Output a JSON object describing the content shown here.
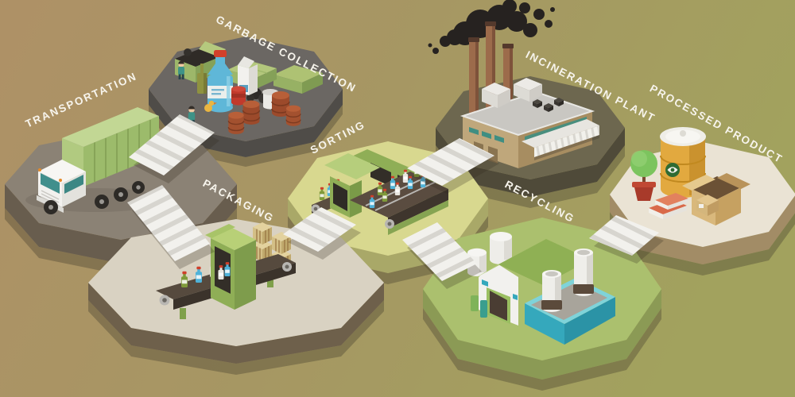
{
  "scene": {
    "title": "Garbage recycling isometric process diagram",
    "stages": [
      {
        "id": "transportation",
        "label": "TRANSPORTATION"
      },
      {
        "id": "garbage-collection",
        "label": "GARBAGE COLLECTION"
      },
      {
        "id": "packaging",
        "label": "PACKAGING"
      },
      {
        "id": "sorting",
        "label": "SORTING"
      },
      {
        "id": "incineration-plant",
        "label": "INCINERATION PLANT"
      },
      {
        "id": "recycling",
        "label": "RECYCLING"
      },
      {
        "id": "processed-product",
        "label": "PROCESSED PRODUCT"
      }
    ],
    "colors": {
      "background_left": "#ae9166",
      "background_mid": "#a69763",
      "background_right": "#a2a25e",
      "label_text": "#f7f4ec",
      "stair_white": "#f2f1ed",
      "stair_shade": "#d7d5cf",
      "truck_green": "#9cbb6b",
      "machine_green": "#8fae56",
      "smoke_black": "#262220",
      "water_teal": "#35a8bc",
      "barrel_yellow": "#e2a93f",
      "rust_barrel": "#9c4a2b",
      "bottle_blue": "#5fb7d8",
      "platforms": {
        "transportation": {
          "top": "#8b8275",
          "side": "#685d4e"
        },
        "garbage_collection": {
          "top": "#6b6763",
          "side": "#4f4c48"
        },
        "packaging": {
          "top": "#d9d2c2",
          "side": "#6e604b"
        },
        "sorting": {
          "top": "#d8d88f",
          "side": "#a9a868"
        },
        "incineration_plant": {
          "top": "#6d674f",
          "side": "#4f4a39"
        },
        "recycling": {
          "top": "#abc06e",
          "side": "#8b9a55"
        },
        "processed_product": {
          "top": "#eae3d4",
          "side": "#a28c66"
        }
      }
    }
  }
}
